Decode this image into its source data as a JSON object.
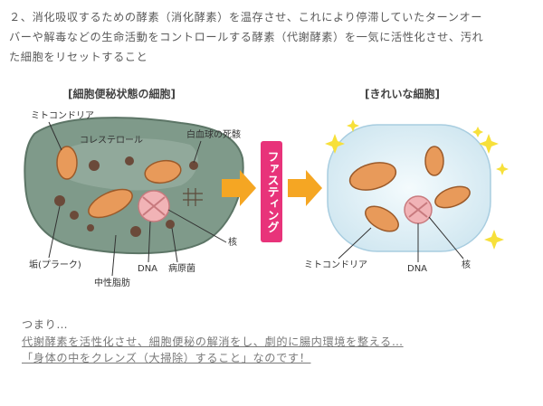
{
  "intro": {
    "lines": [
      "２、消化吸収するための酵素（消化酵素）を温存させ、これにより停滞していたターンオー",
      "バーや解毒などの生命活動をコントロールする酵素（代謝酵素）を一気に活性化させ、汚れ",
      "た細胞をリセットすること"
    ]
  },
  "diagram": {
    "left_title": "[細胞便秘状態の細胞]",
    "right_title": "[きれいな細胞]",
    "center_label": "ファスティング",
    "left_labels": {
      "mitochondria": "ミトコンドリア",
      "cholesterol": "コレステロール",
      "dead_wbc": "白血球の死骸",
      "plaque": "垢(プラーク)",
      "dna": "DNA",
      "pathogen": "病原菌",
      "nucleus": "核",
      "neutral_fat": "中性脂肪"
    },
    "right_labels": {
      "mitochondria": "ミトコンドリア",
      "dna": "DNA",
      "nucleus": "核"
    },
    "colors": {
      "arrow": "#f5a623",
      "fasting_band": "#e8337a",
      "dirty_cell": "#7f9a8a",
      "clean_cell": "#d9ecf4",
      "mitochondria": "#e89a5a",
      "sparkle": "#f7e03a"
    }
  },
  "summary": {
    "lead": "つまり…",
    "link1": "代謝酵素を活性化させ、細胞便秘の解消をし、劇的に腸内環境を整える…",
    "link2": "「身体の中をクレンズ（大掃除）すること」なのです！"
  }
}
